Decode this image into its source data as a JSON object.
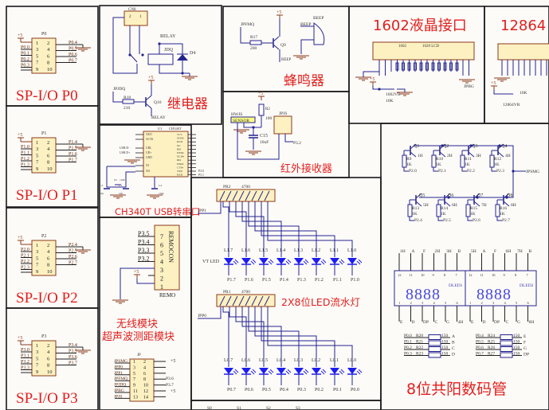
{
  "power": "+5",
  "colors": {
    "wire": "#23238f",
    "label": "#e0201e",
    "part_fill": "#fdf1c2",
    "part_border": "#8b3a1a",
    "border": "#1a1a1a",
    "led": "#1d1df0"
  },
  "headers": [
    {
      "ref": "P0",
      "label": "SP-I/O P0",
      "left": [
        "P0.0",
        "P0.1",
        "P0.2",
        "P0.3"
      ],
      "right": [
        "P0.4",
        "P0.5",
        "P0.6",
        "P0.7"
      ]
    },
    {
      "ref": "P1",
      "label": "SP-I/O P1",
      "left": [
        "P1.0",
        "P1.1",
        "P1.2",
        "P1.3"
      ],
      "right": [
        "P1.4",
        "P1.5",
        "P1.6",
        "P1.7"
      ]
    },
    {
      "ref": "P2",
      "label": "SP-I/O P2",
      "left": [
        "P2.0",
        "P2.1",
        "P2.2",
        "P2.3"
      ],
      "right": [
        "P2.4",
        "P2.5",
        "P2.6",
        "P2.7"
      ]
    },
    {
      "ref": "P3",
      "label": "SP-I/O P3",
      "left": [
        "P3.0",
        "P3.1",
        "P3.2",
        "P3.3"
      ],
      "right": [
        "P3.4",
        "P3.5",
        "P3.6",
        "P3.7"
      ]
    }
  ],
  "header_pins": {
    "odd": [
      "1",
      "3",
      "5",
      "7",
      "9"
    ],
    "even": [
      "2",
      "4",
      "6",
      "8",
      "10"
    ]
  },
  "relay": {
    "title": "继电器",
    "connector": "CN8",
    "conn_pins": [
      "2",
      "1"
    ],
    "net": "RELAY",
    "relay_ref": "JDQ",
    "diode": "D4",
    "jumper": "JPJDQ",
    "resistor": "R18",
    "res_value": "210",
    "transistor": "Q10",
    "net_bottom": "RELAY"
  },
  "buzzer": {
    "title": "蜂鸣器",
    "jumper": "JPFMQ",
    "resistor": "R17",
    "res_value": "200",
    "transistor": "Q9",
    "net": "BEEP",
    "speaker": "BEEP"
  },
  "ir": {
    "title": "红外接收器",
    "sensor_ref": "HWJS",
    "sensor": "SENSOR",
    "resistor": "R2",
    "res_value": "100",
    "cap": "C15",
    "cap_value": "10uF",
    "jumper": "JPJS",
    "net": "P3.2"
  },
  "lcd1602": {
    "title": "1602液晶接口",
    "ref": "1602",
    "name": "1620 LCD",
    "pot": "1602VR",
    "pot_value": "10K",
    "jumper": "JPBG"
  },
  "lcd12864": {
    "title": "12864",
    "pot": "12864VR",
    "pot_value": "10K"
  },
  "ch340": {
    "title": "CH340T USB转串口",
    "ref": "U1",
    "chip": "CH340T",
    "pins_left": [
      "CKO",
      "ACT#",
      "UDL",
      "UD+",
      "GND",
      "XI",
      "XO"
    ],
    "pins_right": [
      "VCC",
      "NOS#",
      "R232",
      "NC",
      "RI#",
      "DTR#",
      "DCD#",
      "RI#",
      "DSR#",
      "CTS#",
      "TXD",
      "RXD"
    ],
    "usb_nets": [
      "USB D-",
      "USB D+"
    ],
    "serial_nets": [
      "P3.0",
      "P3.1"
    ],
    "caps": [
      "C2",
      "C1",
      "C4"
    ],
    "cap_values": [
      "22p",
      "22p",
      "104p"
    ],
    "crystal": "X1",
    "crystal_value": "12M"
  },
  "remote": {
    "connector": "REMOCON",
    "ref": "REMO",
    "nets": [
      "P3.5",
      "P3.4",
      "P3.3",
      "P3.2"
    ],
    "pins": [
      "7",
      "6",
      "5",
      "4",
      "3",
      "2",
      "1"
    ],
    "title1": "无线模块",
    "title2": "超声波测距模块"
  },
  "jp": {
    "ref": "JP",
    "left": [
      "JPSMG",
      "JPP0",
      "JPP1",
      "JPFMQ",
      "JPJDQ",
      "JPBG",
      "JPJS"
    ],
    "odd": [
      "1",
      "3",
      "5",
      "7",
      "9",
      "11",
      "13"
    ],
    "even": [
      "2",
      "4",
      "6",
      "8",
      "10",
      "12",
      "14"
    ],
    "right": [
      "+5",
      "P3.6",
      "P3.7",
      "+5"
    ]
  },
  "leds": {
    "title": "2X8位LED流水灯",
    "upper": {
      "array": "PR2",
      "value": "4700",
      "jumper": "JPP1",
      "part": "VT LED",
      "labels": [
        "L1.7",
        "L1.6",
        "L1.5",
        "L1.4",
        "L1.3",
        "L1.2",
        "L1.1",
        "L1.0"
      ],
      "nets": [
        "P1.7",
        "P1.6",
        "P1.5",
        "P1.4",
        "P1.3",
        "P1.2",
        "P1.1",
        "P1.0"
      ]
    },
    "lower": {
      "array": "PR1",
      "value": "4700",
      "jumper": "JPP0",
      "labels": [
        "L0.7",
        "L0.6",
        "L0.5",
        "L0.4",
        "L0.3",
        "L0.2",
        "L0.1",
        "L0.0"
      ],
      "nets": [
        "P0.7",
        "P0.6",
        "P0.5",
        "P0.4",
        "P0.3",
        "P0.2",
        "P0.1",
        "P0.0"
      ]
    },
    "switches": [
      "S0",
      "S1",
      "S2",
      "S3"
    ]
  },
  "segments": {
    "title": "8位共阳数码管",
    "jumper": "JPSMG",
    "transistors": [
      "Q1",
      "Q2",
      "Q3",
      "Q4",
      "Q5",
      "Q6",
      "Q7",
      "Q8"
    ],
    "base_res": [
      "R9",
      "R10",
      "R11",
      "R12",
      "R13",
      "R14",
      "R15",
      "R16"
    ],
    "base_value": "1K",
    "base_nets": [
      "P2.0",
      "P2.1",
      "P2.2",
      "P2.3",
      "P2.4",
      "P2.5",
      "P2.6",
      "P2.7"
    ],
    "digit_nets": [
      "1H",
      "2H",
      "3H",
      "4H",
      "5H",
      "6H",
      "7H",
      "8H"
    ],
    "displays": [
      {
        "ref": "DLED1",
        "digits": "8888",
        "top": [
          "1H",
          "A",
          "F",
          "2H",
          "3H",
          "B"
        ],
        "bottom": [
          "E",
          "D",
          "DP",
          "C",
          "G",
          "4H"
        ]
      },
      {
        "ref": "DLED2",
        "digits": "8888",
        "top": [
          "5H",
          "A",
          "F",
          "6H",
          "7H",
          "B"
        ],
        "bottom": [
          "E",
          "D",
          "DP",
          "C",
          "G",
          "8H"
        ]
      }
    ],
    "pins_top": [
      "12",
      "11",
      "10",
      "9",
      "8",
      "7"
    ],
    "pins_bottom": [
      "1",
      "2",
      "3",
      "4",
      "5",
      "6"
    ],
    "seg_res": [
      {
        "net": "P0.0",
        "ref": "R20",
        "value": "150",
        "seg": "A"
      },
      {
        "net": "P0.1",
        "ref": "R21",
        "value": "150",
        "seg": "B"
      },
      {
        "net": "P0.2",
        "ref": "R22",
        "value": "150",
        "seg": "C"
      },
      {
        "net": "P0.3",
        "ref": "R23",
        "value": "150",
        "seg": "D"
      },
      {
        "net": "P0.4",
        "ref": "R24",
        "value": "150",
        "seg": "E"
      },
      {
        "net": "P0.5",
        "ref": "R25",
        "value": "150",
        "seg": "F"
      },
      {
        "net": "P0.6",
        "ref": "R26",
        "value": "150",
        "seg": "G"
      },
      {
        "net": "P0.7",
        "ref": "R27",
        "value": "150",
        "seg": "DP"
      }
    ]
  }
}
